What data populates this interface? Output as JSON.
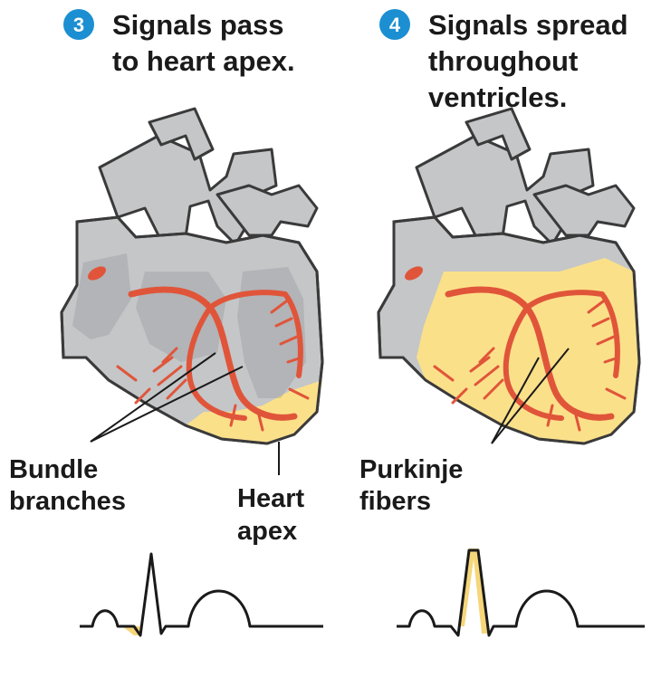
{
  "panels": [
    {
      "step_number": "3",
      "title_lines": [
        "Signals pass",
        "to heart apex."
      ],
      "labels": {
        "bundle_branches": [
          "Bundle",
          "branches"
        ],
        "heart_apex": [
          "Heart",
          "apex"
        ]
      }
    },
    {
      "step_number": "4",
      "title_lines": [
        "Signals spread",
        "throughout",
        "ventricles."
      ],
      "labels": {
        "purkinje_fibers": [
          "Purkinje",
          "fibers"
        ]
      }
    }
  ],
  "colors": {
    "step_badge": "#1b8fd1",
    "tissue_gray": "#c4c6c8",
    "outline": "#3a3a3a",
    "chamber_dark": "#7d8083",
    "conduction_red": "#e0553a",
    "activated_yellow": "#fbe08a",
    "ecg_line": "#1a1a1a",
    "ecg_highlight": "#f5d67a"
  }
}
